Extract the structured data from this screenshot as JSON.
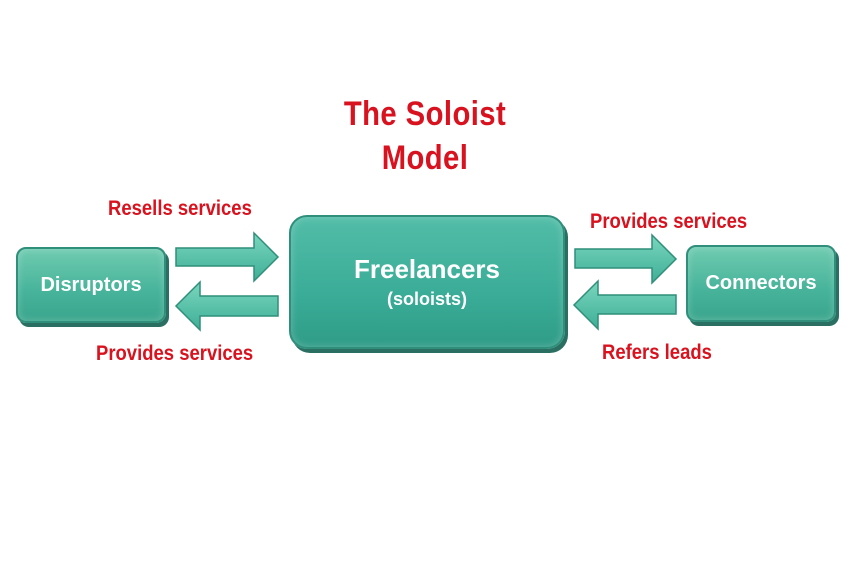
{
  "title": {
    "line1": "The Soloist",
    "line2": "Model"
  },
  "nodes": {
    "disruptors": "Disruptors",
    "freelancers": "Freelancers",
    "freelancers_sub": "(soloists)",
    "connectors": "Connectors"
  },
  "edges": {
    "resells": "Resells services",
    "provides_left": "Provides services",
    "provides_right": "Provides services",
    "refers": "Refers leads"
  },
  "colors": {
    "accent": "#d8121e",
    "box": "#46b39a",
    "arrow": "#4cc2a8"
  }
}
